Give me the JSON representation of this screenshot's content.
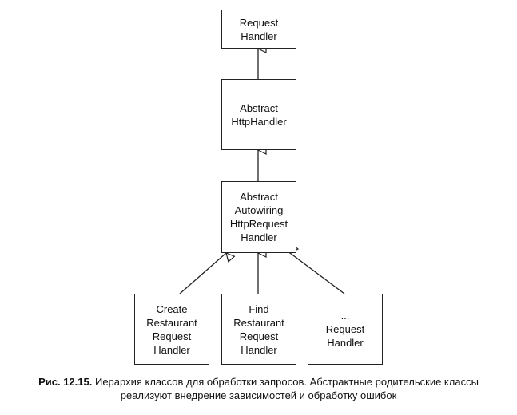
{
  "diagram": {
    "nodes": {
      "request_handler": "Request\nHandler",
      "abstract_http_handler": "Abstract\nHttpHandler",
      "abstract_autowiring": "Abstract\nAutowiring\nHttpRequest\nHandler",
      "create_restaurant": "Create\nRestaurant\nRequest\nHandler",
      "find_restaurant": "Find\nRestaurant\nRequest\nHandler",
      "other_handler": "...\nRequest\nHandler"
    },
    "edges": [
      {
        "from": "abstract_http_handler",
        "to": "request_handler",
        "type": "inheritance"
      },
      {
        "from": "abstract_autowiring",
        "to": "abstract_http_handler",
        "type": "inheritance"
      },
      {
        "from": "create_restaurant",
        "to": "abstract_autowiring",
        "type": "inheritance"
      },
      {
        "from": "find_restaurant",
        "to": "abstract_autowiring",
        "type": "inheritance"
      },
      {
        "from": "other_handler",
        "to": "abstract_autowiring",
        "type": "inheritance"
      }
    ]
  },
  "caption": {
    "number": "Рис. 12.15.",
    "line1": "Иерархия классов для обработки запросов. Абстрактные родительские классы",
    "line2": "реализуют внедрение зависимостей и обработку ошибок"
  }
}
